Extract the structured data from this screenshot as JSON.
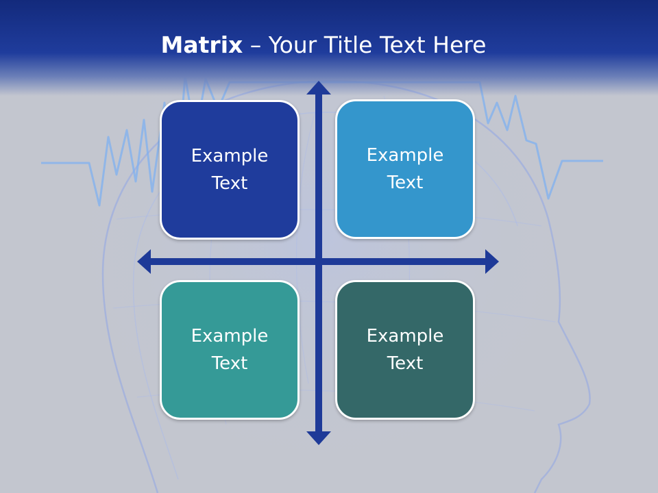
{
  "slide": {
    "title_bold": "Matrix",
    "title_rest": " – Your Title Text Here"
  },
  "quadrants": [
    {
      "label": "Example\nText",
      "color": "#1f3c9c"
    },
    {
      "label": "Example\nText",
      "color": "#3496cc"
    },
    {
      "label": "Example\nText",
      "color": "#359a97"
    },
    {
      "label": "Example\nText",
      "color": "#346868"
    }
  ],
  "colors": {
    "header": "#1f3c9c",
    "axis": "#1e3a98",
    "background": "#c3c6cf",
    "text": "#ffffff"
  }
}
